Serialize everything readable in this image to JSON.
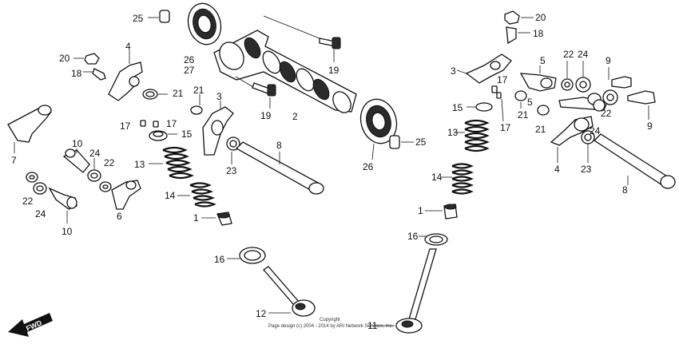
{
  "callouts": {
    "c25_left": "25",
    "c26_left": "26",
    "c27": "27",
    "c19_top": "19",
    "c20_left": "20",
    "c18_left": "18",
    "c4_left": "4",
    "c21_a": "21",
    "c21_b": "21",
    "c3_left": "3",
    "c17_a": "17",
    "c17_b": "17",
    "c15_left": "15",
    "c19_mid": "19",
    "c2": "2",
    "c7": "7",
    "c10_top": "10",
    "c24_left": "24",
    "c22_left": "22",
    "c13_left": "13",
    "c14_left": "14",
    "c23_left": "23",
    "c8_left": "8",
    "c1_left": "1",
    "c6": "6",
    "c22_b": "22",
    "c24_b": "24",
    "c10_bot": "10",
    "c16_left": "16",
    "c12": "12",
    "c11": "11",
    "c26_right": "26",
    "c25_right": "25",
    "c20_right": "20",
    "c18_right": "18",
    "c3_right": "3",
    "c5_a": "5",
    "c22_right": "22",
    "c24_right": "24",
    "c9_top": "9",
    "c17_c": "17",
    "c15_right": "15",
    "c17_d": "17",
    "c21_right": "21",
    "c5_b": "5",
    "c21_c": "21",
    "c22_right_b": "22",
    "c24_right_b": "24",
    "c9_bot": "9",
    "c13_right": "13",
    "c14_right": "14",
    "c4_right": "4",
    "c23_right": "23",
    "c8_right": "8",
    "c1_right": "1",
    "c16_right": "16"
  },
  "fwd_label": "FWD",
  "copyright": {
    "line1": "Copyright",
    "line2": "Page design (c) 2004 - 2014 by ARI Network Services, Inc."
  }
}
